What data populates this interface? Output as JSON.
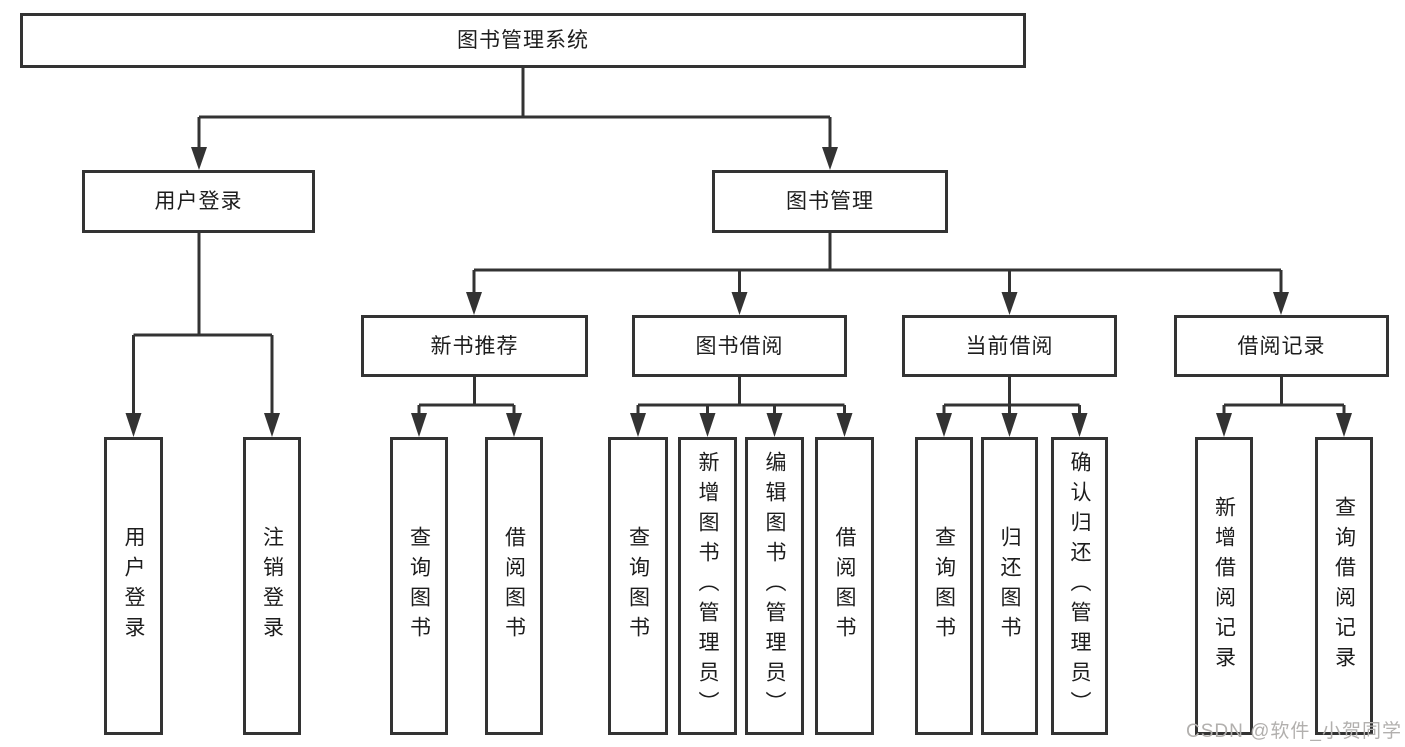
{
  "tree": {
    "root": {
      "label": "图书管理系统"
    },
    "branches": [
      {
        "label": "用户登录",
        "children": [
          {
            "label": "用户登录"
          },
          {
            "label": "注销登录"
          }
        ]
      },
      {
        "label": "图书管理",
        "children": [
          {
            "label": "新书推荐",
            "children": [
              {
                "label": "查询图书"
              },
              {
                "label": "借阅图书"
              }
            ]
          },
          {
            "label": "图书借阅",
            "children": [
              {
                "label": "查询图书"
              },
              {
                "label": "新增图书（管理员）"
              },
              {
                "label": "编辑图书（管理员）"
              },
              {
                "label": "借阅图书"
              }
            ]
          },
          {
            "label": "当前借阅",
            "children": [
              {
                "label": "查询图书"
              },
              {
                "label": "归还图书"
              },
              {
                "label": "确认归还（管理员）"
              }
            ]
          },
          {
            "label": "借阅记录",
            "children": [
              {
                "label": "新增借阅记录"
              },
              {
                "label": "查询借阅记录"
              }
            ]
          }
        ]
      }
    ]
  },
  "watermark": "CSDN @软件_小贺同学",
  "colors": {
    "line": "#333333",
    "box-border": "#333333",
    "box-bg": "#ffffff",
    "text": "#1d1d1d",
    "watermark": "#b2b0ae"
  }
}
